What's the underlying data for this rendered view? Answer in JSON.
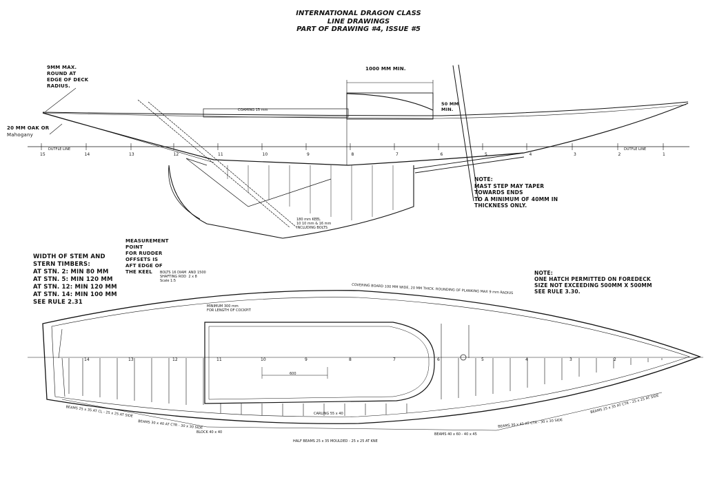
{
  "title": {
    "line1": "INTERNATIONAL DRAGON CLASS",
    "line2": "LINE DRAWINGS",
    "line3": "PART OF DRAWING #4, ISSUE #5"
  },
  "notes": {
    "deck_edge": "9MM MAX.\nROUND AT\nEDGE OF DECK\nRADIUS.",
    "oak": "20 MM OAK OR",
    "mahogany": "Mahogany",
    "cabin_length": "1000 MM MIN.",
    "coaming_height": "50 MM\nMIN.",
    "mast_step": "NOTE:\nMAST STEP MAY TAPER\nTOWARDS ENDS\nTO A MINIMUM OF 40MM IN\nTHICKNESS ONLY.",
    "stem_stern": "WIDTH OF STEM AND\nSTERN TIMBERS:\nAT STN. 2: MIN 80 MM\nAT STN. 5: MIN 120 MM\nAT STN. 12: MIN 120 MM\nAT STN. 14: MIN 100 MM\nSEE RULE 2.31",
    "rudder": "MEASUREMENT\nPOINT\nFOR RUDDER\nOFFSETS IS\nAFT EDGE OF\nTHE KEEL",
    "hatch": "NOTE:\nONE HATCH PERMITTED ON FOREDECK\nSIZE NOT EXCEEDING 500MM X 500MM\nSEE RULE 3.30."
  },
  "small_labels": {
    "coaming": "COAMING 15 mm",
    "dwl_left": "DUTFLE LINE",
    "dwl_right": "DUTFLE LINE",
    "covering": "COVERING BOARD 100 MM WIDE, 20 MM THICK.  ROUNDING OF PLANKING MAX 9 mm RADIUS",
    "cockpit_min": "MINIMUM 300 mm\nFOR LENGTH OF COCKPIT",
    "width_600": "600",
    "carling": "CARLING 55 x 40",
    "beams_aft": "BEAMS 25 x 35 AT CL - 25 x 25 AT SIDE",
    "beams_mid": "BEAMS 30 x 40 AT CTR - 30 x 30 SIDE",
    "beam_block": "BLOCK 40 x 40",
    "half_beams": "HALF BEAMS 25 x 35 MOULDED - 25 x 25 AT KNE",
    "beams_fwd1": "BEAMS 40 x 60 - 40 x 45",
    "beams_fwd2": "BEAMS 30 x 45 AT CTR - 30 x 30 SIDE",
    "beams_bow": "BEAMS 25 x 35 AT CTR - 25 x 25 AT SIDE",
    "keel_bolts": "180 mm KEEL\n10 10 mm & 16 mm\nINCLUDING BOLTS",
    "bolts_spec": "BOLTS 16 DIAM  AND 1500\nSHAFTING ROD  2 x 8\nScale 1:5"
  },
  "stations": [
    "15",
    "14",
    "13",
    "12",
    "11",
    "10",
    "9",
    "8",
    "7",
    "6",
    "5",
    "4",
    "3",
    "2",
    "1"
  ],
  "plan_stations": [
    "14",
    "13",
    "12",
    "11",
    "10",
    "9",
    "8",
    "7",
    "6",
    "5",
    "4",
    "3",
    "2"
  ]
}
